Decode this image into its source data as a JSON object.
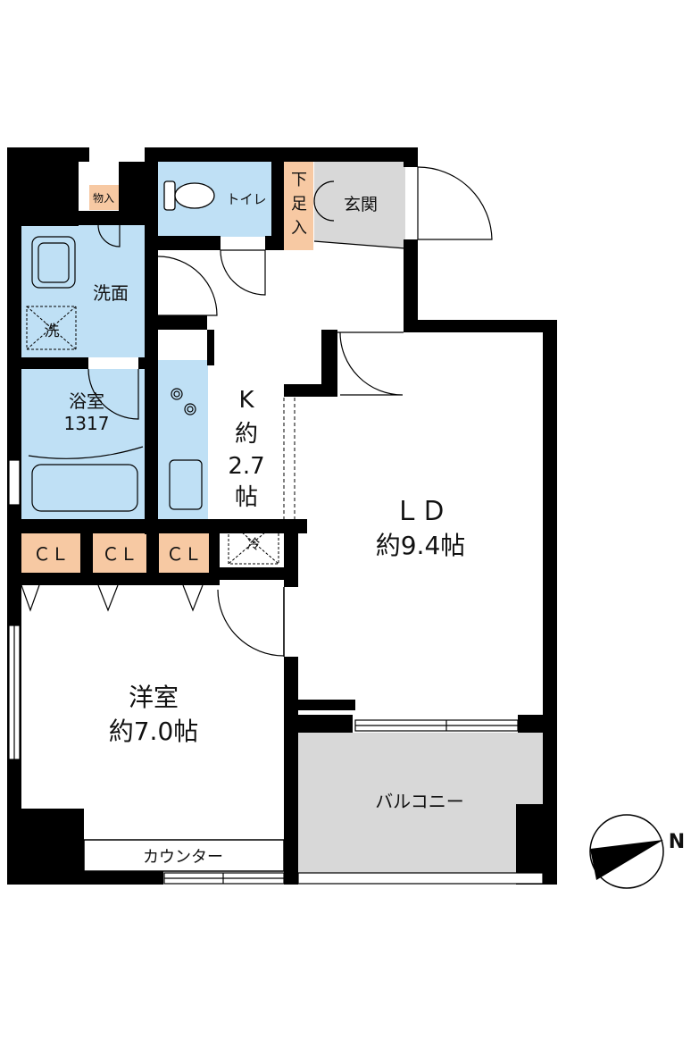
{
  "rooms": {
    "storage_small": "物入",
    "toilet": "トイレ",
    "shoe_box": "下足入",
    "entrance": "玄関",
    "washroom": "洗面",
    "washer": "洗",
    "bath_name": "浴室",
    "bath_size": "1317",
    "kitchen_name": "K",
    "kitchen_size_1": "約",
    "kitchen_size_2": "2.7",
    "kitchen_size_3": "帖",
    "fridge": "冷",
    "ld_name": "ＬＤ",
    "ld_size": "約9.4帖",
    "closet_1": "ＣＬ",
    "closet_2": "ＣＬ",
    "closet_3": "ＣＬ",
    "western_name": "洋室",
    "western_size": "約7.0帖",
    "balcony": "バルコニー",
    "counter": "カウンター"
  },
  "compass": {
    "north_label": "N"
  },
  "colors": {
    "wall": "#000000",
    "wet_area": "#bfe0f5",
    "storage": "#f7c9a3",
    "floor_gray": "#d8d8d8"
  }
}
